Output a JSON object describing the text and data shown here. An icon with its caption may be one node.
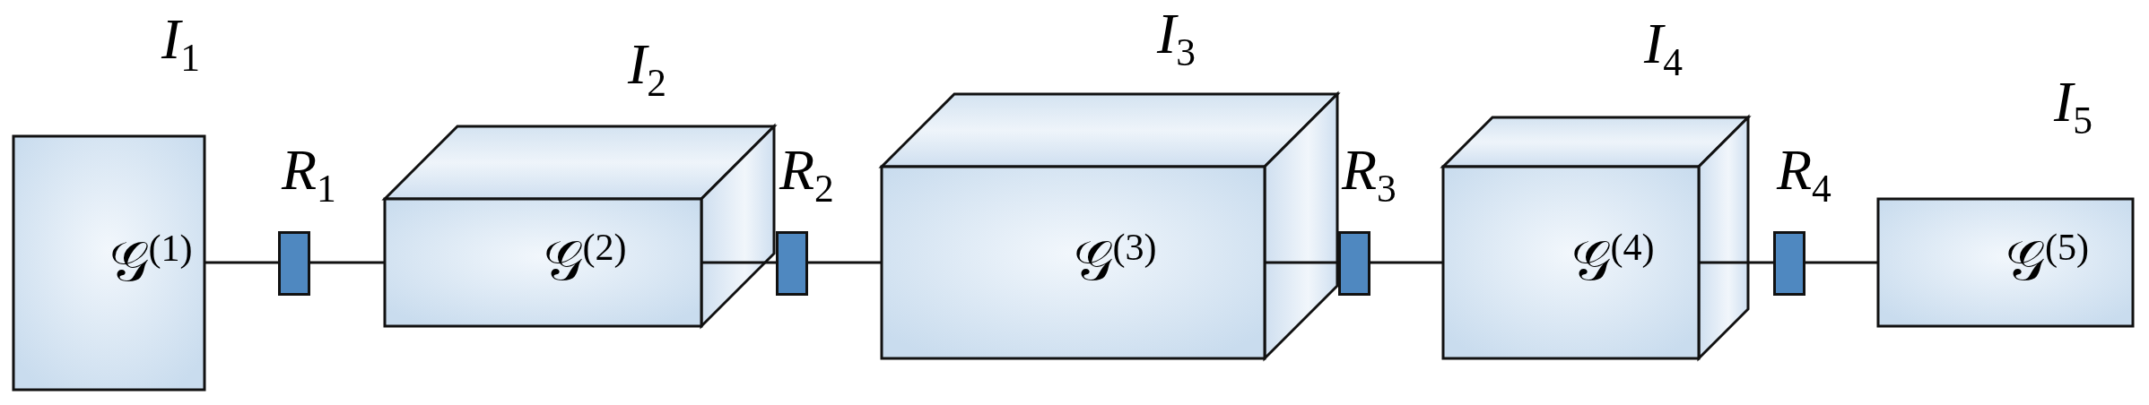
{
  "diagram": {
    "nodes": [
      {
        "text": [
          "𝒢$^{(1)}$"
        ],
        "beside": [
          "*I*$_{1}$"
        ]
      },
      {
        "text": [
          "*R*$_{1}$"
        ]
      },
      {
        "text": [
          "𝒢$^{(2)}$"
        ],
        "beside": [
          "*I*$_{2}$"
        ]
      },
      {
        "text": [
          "*R*$_{2}$"
        ]
      },
      {
        "text": [
          "𝒢$^{(3)}$"
        ],
        "beside": [
          "*I*$_{3}$"
        ]
      },
      {
        "text": [
          "*R*$_{3}$"
        ]
      },
      {
        "text": [
          "𝒢$^{(4)}$"
        ],
        "beside": [
          "*I*$_{4}$"
        ]
      },
      {
        "text": [
          "*R*$_{4}$"
        ]
      },
      {
        "text": [
          "𝒢$^{(5)}$"
        ],
        "beside": [
          "*I*$_{5}$"
        ]
      }
    ],
    "edges": [
      {
        "from": 0,
        "to": 1,
        "arrow": "none"
      },
      {
        "from": 1,
        "to": 2,
        "arrow": "none"
      },
      {
        "from": 2,
        "to": 3,
        "arrow": "none"
      },
      {
        "from": 3,
        "to": 4,
        "arrow": "none"
      },
      {
        "from": 4,
        "to": 5,
        "arrow": "none"
      },
      {
        "from": 5,
        "to": 6,
        "arrow": "none"
      },
      {
        "from": 6,
        "to": 7,
        "arrow": "none"
      },
      {
        "from": 7,
        "to": 8,
        "arrow": "none"
      }
    ]
  }
}
